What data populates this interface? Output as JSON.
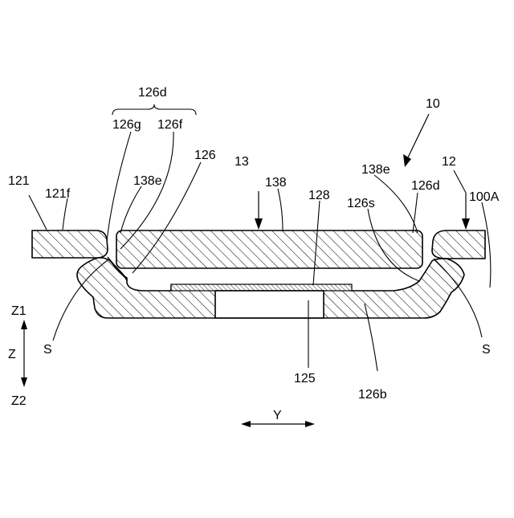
{
  "labels": {
    "l126d_top": "126d",
    "l126g": "126g",
    "l126f": "126f",
    "l10": "10",
    "l126": "126",
    "l13": "13",
    "l138e_right": "138e",
    "l12": "12",
    "l121": "121",
    "l121f": "121f",
    "l138e_left": "138e",
    "l138": "138",
    "l128": "128",
    "l126s": "126s",
    "l126d_right": "126d",
    "l100A": "100A",
    "lS_left": "S",
    "lS_right": "S",
    "l125": "125",
    "l126b": "126b",
    "axis_z1": "Z1",
    "axis_z": "Z",
    "axis_z2": "Z2",
    "axis_y": "Y"
  }
}
